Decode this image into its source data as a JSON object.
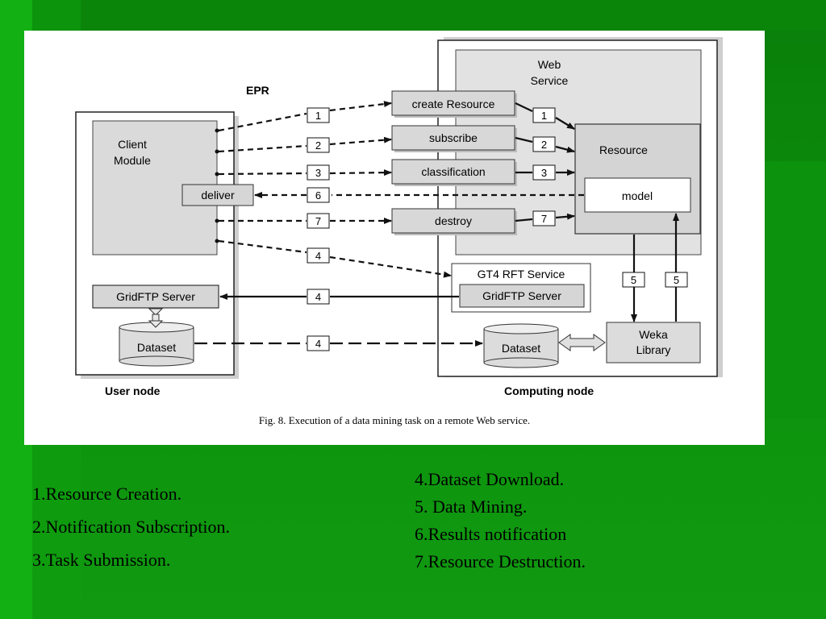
{
  "diagram": {
    "epr_label": "EPR",
    "user_node": {
      "label": "User node",
      "client_module": [
        "Client",
        "Module"
      ],
      "deliver": "deliver",
      "gridftp_server": "GridFTP Server",
      "dataset": "Dataset"
    },
    "computing_node": {
      "label": "Computing node",
      "web_service": [
        "Web",
        "Service"
      ],
      "ops": {
        "create_resource": "create Resource",
        "subscribe": "subscribe",
        "classification": "classification",
        "destroy": "destroy"
      },
      "resource": "Resource",
      "model": "model",
      "gt4_rft_service": "GT4 RFT Service",
      "gridftp_server": "GridFTP Server",
      "dataset": "Dataset",
      "weka_library": [
        "Weka",
        "Library"
      ]
    },
    "step_labels": {
      "step1_left": "1",
      "step2_left": "2",
      "step3_left": "3",
      "step6": "6",
      "step7_left": "7",
      "step4_rft": "4",
      "step4_gridftp": "4",
      "step4_dataset": "4",
      "step1_right": "1",
      "step2_right": "2",
      "step3_right": "3",
      "step7_right": "7",
      "step5_down": "5",
      "step5_up": "5"
    },
    "caption": "Fig. 8.  Execution of a data mining task on a remote Web service."
  },
  "legend": {
    "left": [
      "1.Resource Creation.",
      "2.Notification Subscription.",
      "3.Task Submission."
    ],
    "right": [
      "4.Dataset Download.",
      "5. Data Mining.",
      "6.Results notification",
      "7.Resource Destruction."
    ]
  },
  "colors": {
    "background": "#0b8a0b",
    "figure_background": "#ffffff",
    "box_fill": "#d9d9d9",
    "line": "#111111"
  }
}
